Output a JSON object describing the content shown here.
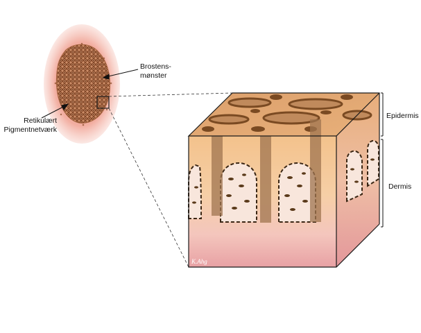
{
  "labels": {
    "cobblestone_line1": "Brostens-",
    "cobblestone_line2": "mønster",
    "reticular_line1": "Retikulært",
    "reticular_line2": "Pigmentnetværk",
    "epidermis": "Epidermis",
    "dermis": "Dermis"
  },
  "signature": "K.Ahg",
  "colors": {
    "halo": "#f4b3a8",
    "lesion": "#9a5a3a",
    "epidermis_top": "#d8a06a",
    "epidermis_body": "#f2c08a",
    "dermis": "#f5c7c0",
    "dermis_deep": "#e8a3a3",
    "pigment": "#5a3a1a",
    "outline": "#3a2614"
  }
}
